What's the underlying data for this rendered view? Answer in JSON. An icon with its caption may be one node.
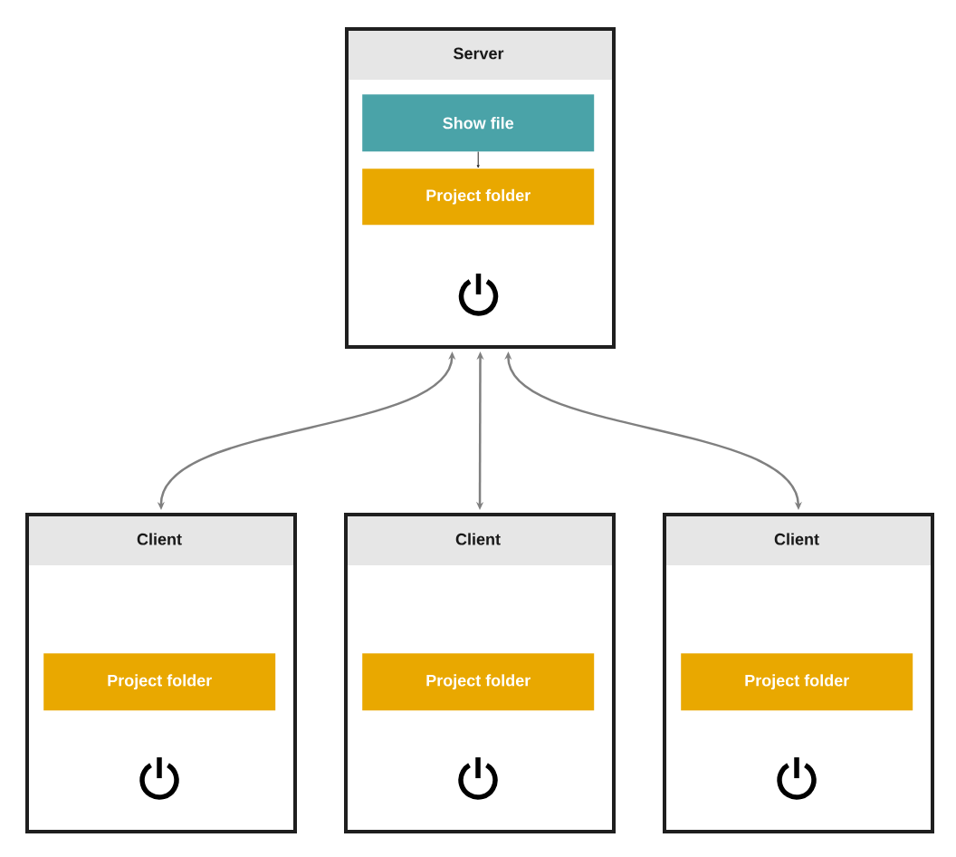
{
  "diagram": {
    "nodes": [
      {
        "text": [
          "Server"
        ]
      },
      {
        "text": [
          "Show file"
        ],
        "in": 0
      },
      {
        "text": [
          "Project folder"
        ],
        "in": 0
      },
      {
        "text": [
          "Client"
        ]
      },
      {
        "text": [
          "Project folder"
        ],
        "in": 3
      },
      {
        "text": [
          "Client"
        ]
      },
      {
        "text": [
          "Project folder"
        ],
        "in": 5
      },
      {
        "text": [
          "Client"
        ]
      },
      {
        "text": [
          "Project folder"
        ],
        "in": 7
      }
    ],
    "edges": [
      {
        "from": 1,
        "to": 2,
        "arrow": "to",
        "color": "#222222"
      },
      {
        "from": 0,
        "to": 3,
        "arrow": "both"
      },
      {
        "from": 0,
        "to": 5,
        "arrow": "both"
      },
      {
        "from": 0,
        "to": 7,
        "arrow": "both"
      }
    ]
  }
}
